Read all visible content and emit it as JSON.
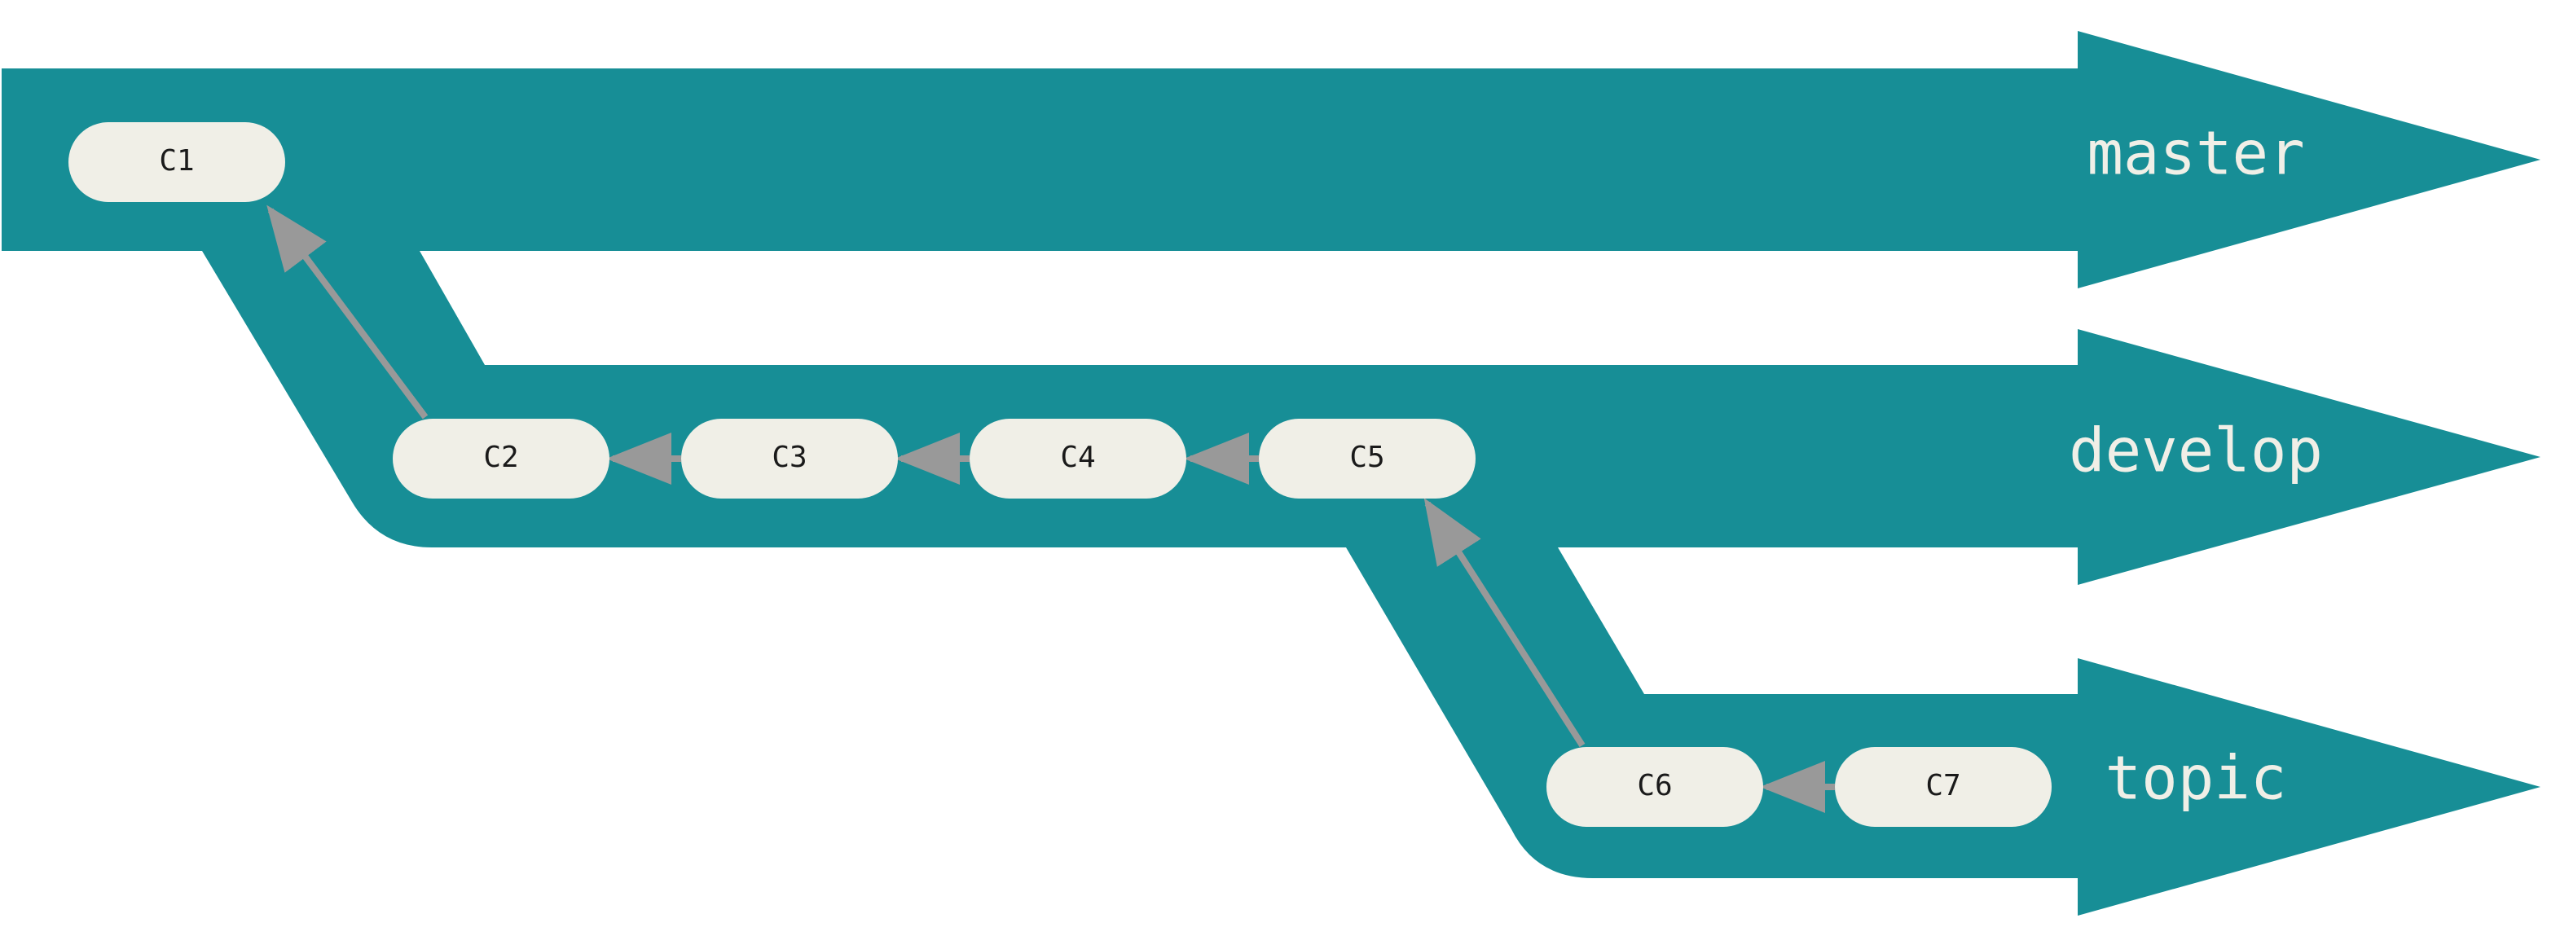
{
  "colors": {
    "branch": "#178e96",
    "commit_fill": "#f0efe7",
    "arrow": "#999999",
    "background": "#ffffff"
  },
  "branches": [
    {
      "id": "master",
      "label": "master"
    },
    {
      "id": "develop",
      "label": "develop"
    },
    {
      "id": "topic",
      "label": "topic"
    }
  ],
  "commits": [
    {
      "id": "c1",
      "label": "C1",
      "branch": "master"
    },
    {
      "id": "c2",
      "label": "C2",
      "branch": "develop"
    },
    {
      "id": "c3",
      "label": "C3",
      "branch": "develop"
    },
    {
      "id": "c4",
      "label": "C4",
      "branch": "develop"
    },
    {
      "id": "c5",
      "label": "C5",
      "branch": "develop"
    },
    {
      "id": "c6",
      "label": "C6",
      "branch": "topic"
    },
    {
      "id": "c7",
      "label": "C7",
      "branch": "topic"
    }
  ],
  "parent_links": [
    {
      "from": "C2",
      "to": "C1"
    },
    {
      "from": "C3",
      "to": "C2"
    },
    {
      "from": "C4",
      "to": "C3"
    },
    {
      "from": "C5",
      "to": "C4"
    },
    {
      "from": "C6",
      "to": "C5"
    },
    {
      "from": "C7",
      "to": "C6"
    }
  ]
}
